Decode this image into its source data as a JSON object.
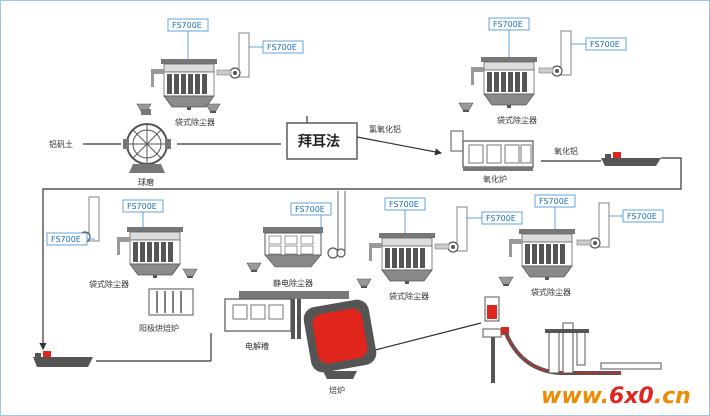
{
  "analyzer_tag": "FS700E",
  "labels": {
    "alumina_ore": "铝矾土",
    "ball_mill": "球磨",
    "bayer_process": "拜耳法",
    "aluminum_hydroxide": "氯氧化铝",
    "calciner": "氧化炉",
    "alumina": "氧化铝",
    "bag_filter": "袋式除尘器",
    "esp": "静电除尘器",
    "anode_baking": "阳极烘焙炉",
    "electrolytic_cell": "电解槽",
    "melting_furnace": "焙炉"
  },
  "watermark": {
    "prefix": "www.",
    "mid": "6x0",
    "suffix": ".cn"
  },
  "colors": {
    "frame": "#9ec3e6",
    "equipment": "#6b6b6b",
    "tag_border": "#3a8fd8",
    "hot": "#e0261c",
    "brand": "#f08a00"
  }
}
